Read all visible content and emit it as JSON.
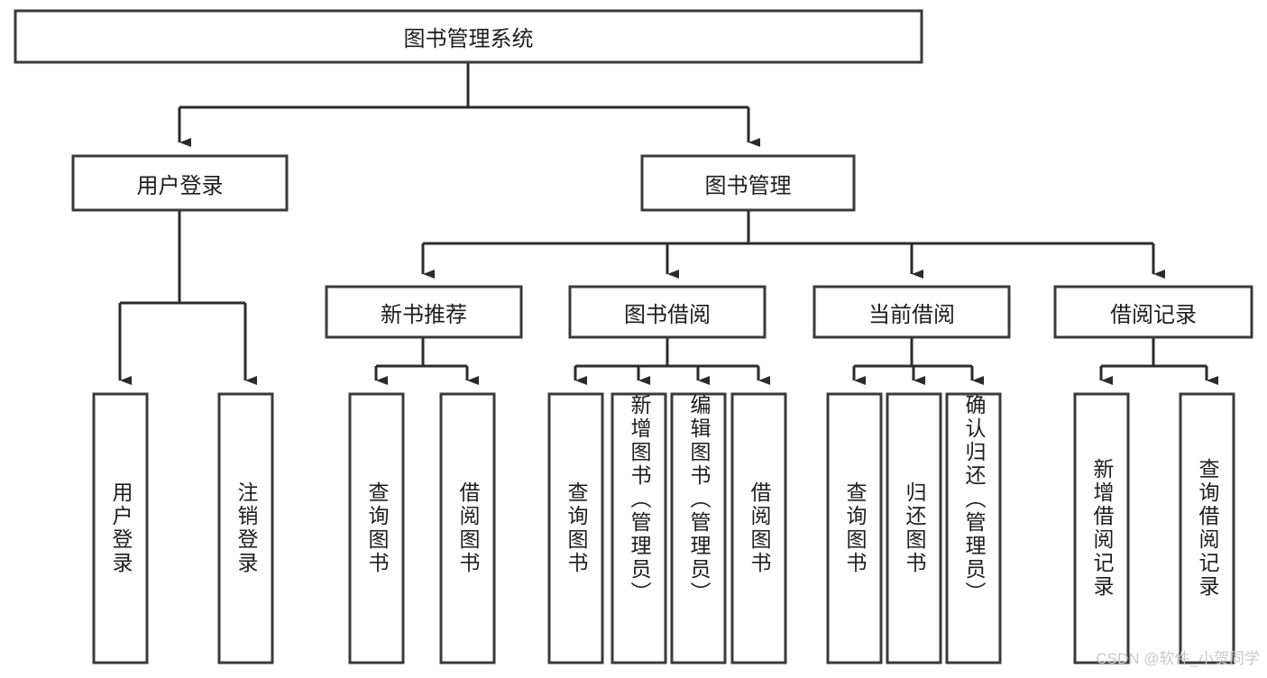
{
  "diagram": {
    "title": "图书管理系统",
    "watermark": "CSDN @软件_小贺同学",
    "colors": {
      "box_stroke": "#3a3a3a",
      "connector": "#2b2b2b",
      "box_fill": "#ffffff",
      "text": "#1d1d1d",
      "watermark": "#c9c9c9"
    },
    "nodes": {
      "root": "图书管理系统",
      "level2": [
        "用户登录",
        "图书管理"
      ],
      "level3": [
        "新书推荐",
        "图书借阅",
        "当前借阅",
        "借阅记录"
      ],
      "leaves_user_login": [
        "用户登录",
        "注销登录"
      ],
      "leaves_new_book": [
        "查询图书",
        "借阅图书"
      ],
      "leaves_borrow": [
        "查询图书",
        "新增图书（管理员）",
        "编辑图书（管理员）",
        "借阅图书"
      ],
      "leaves_current": [
        "查询图书",
        "归还图书",
        "确认归还（管理员）"
      ],
      "leaves_record": [
        "新增借阅记录",
        "查询借阅记录"
      ]
    }
  },
  "chart_data": {
    "type": "diagram",
    "title": "图书管理系统",
    "layout": "top-down tree / functional decomposition chart",
    "levels": 4,
    "tree": {
      "name": "图书管理系统",
      "children": [
        {
          "name": "用户登录",
          "children": [
            {
              "name": "用户登录"
            },
            {
              "name": "注销登录"
            }
          ]
        },
        {
          "name": "图书管理",
          "children": [
            {
              "name": "新书推荐",
              "children": [
                {
                  "name": "查询图书"
                },
                {
                  "name": "借阅图书"
                }
              ]
            },
            {
              "name": "图书借阅",
              "children": [
                {
                  "name": "查询图书"
                },
                {
                  "name": "新增图书（管理员）"
                },
                {
                  "name": "编辑图书（管理员）"
                },
                {
                  "name": "借阅图书"
                }
              ]
            },
            {
              "name": "当前借阅",
              "children": [
                {
                  "name": "查询图书"
                },
                {
                  "name": "归还图书"
                },
                {
                  "name": "确认归还（管理员）"
                }
              ]
            },
            {
              "name": "借阅记录",
              "children": [
                {
                  "name": "新增借阅记录"
                },
                {
                  "name": "查询借阅记录"
                }
              ]
            }
          ]
        }
      ]
    }
  }
}
